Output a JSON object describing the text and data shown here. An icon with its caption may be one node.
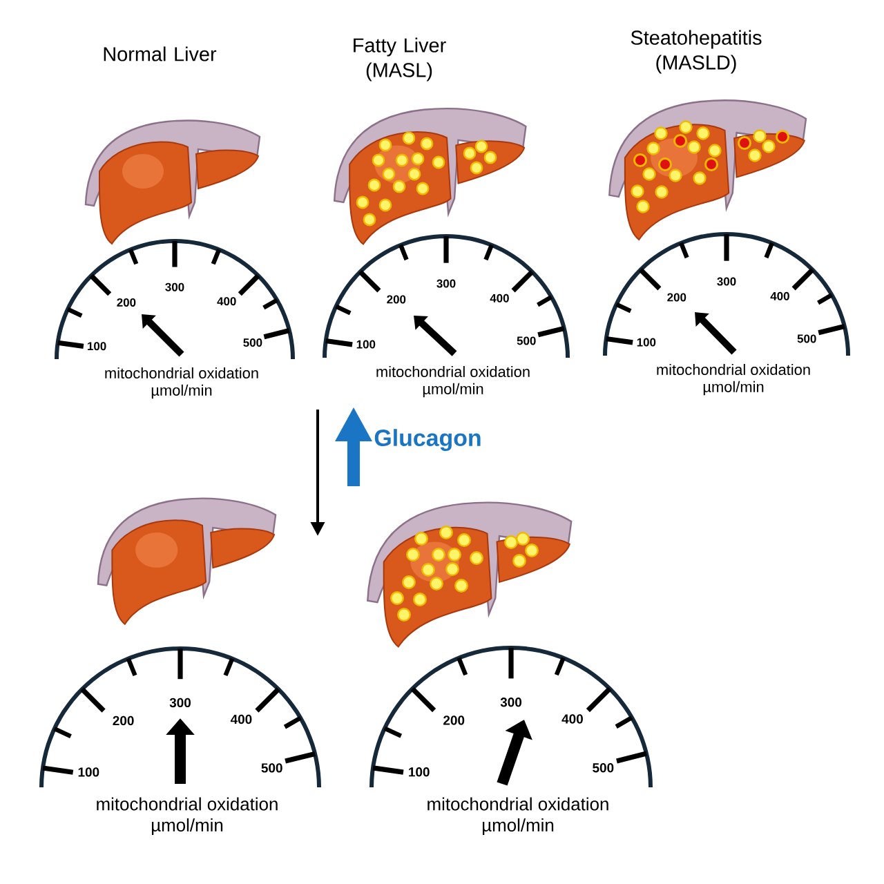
{
  "diagram": {
    "labels": [
      "Normal Liver",
      "Fatty Liver (MASL)",
      "Steatohepatitis (MASLD)",
      "100",
      "200",
      "300",
      "400",
      "500",
      "mitochondrial oxidation",
      "µmol/min",
      "100",
      "200",
      "300",
      "400",
      "500",
      "mitochondrial oxidation",
      "µmol/min",
      "100",
      "200",
      "300",
      "400",
      "500",
      "mitochondrial oxidation",
      "µmol/min",
      "Glucagon",
      "100",
      "200",
      "300",
      "400",
      "500",
      "mitochondrial oxidation",
      "µmol/min",
      "100",
      "200",
      "300",
      "400",
      "500",
      "mitochondrial oxidation",
      "µmol/min"
    ]
  }
}
